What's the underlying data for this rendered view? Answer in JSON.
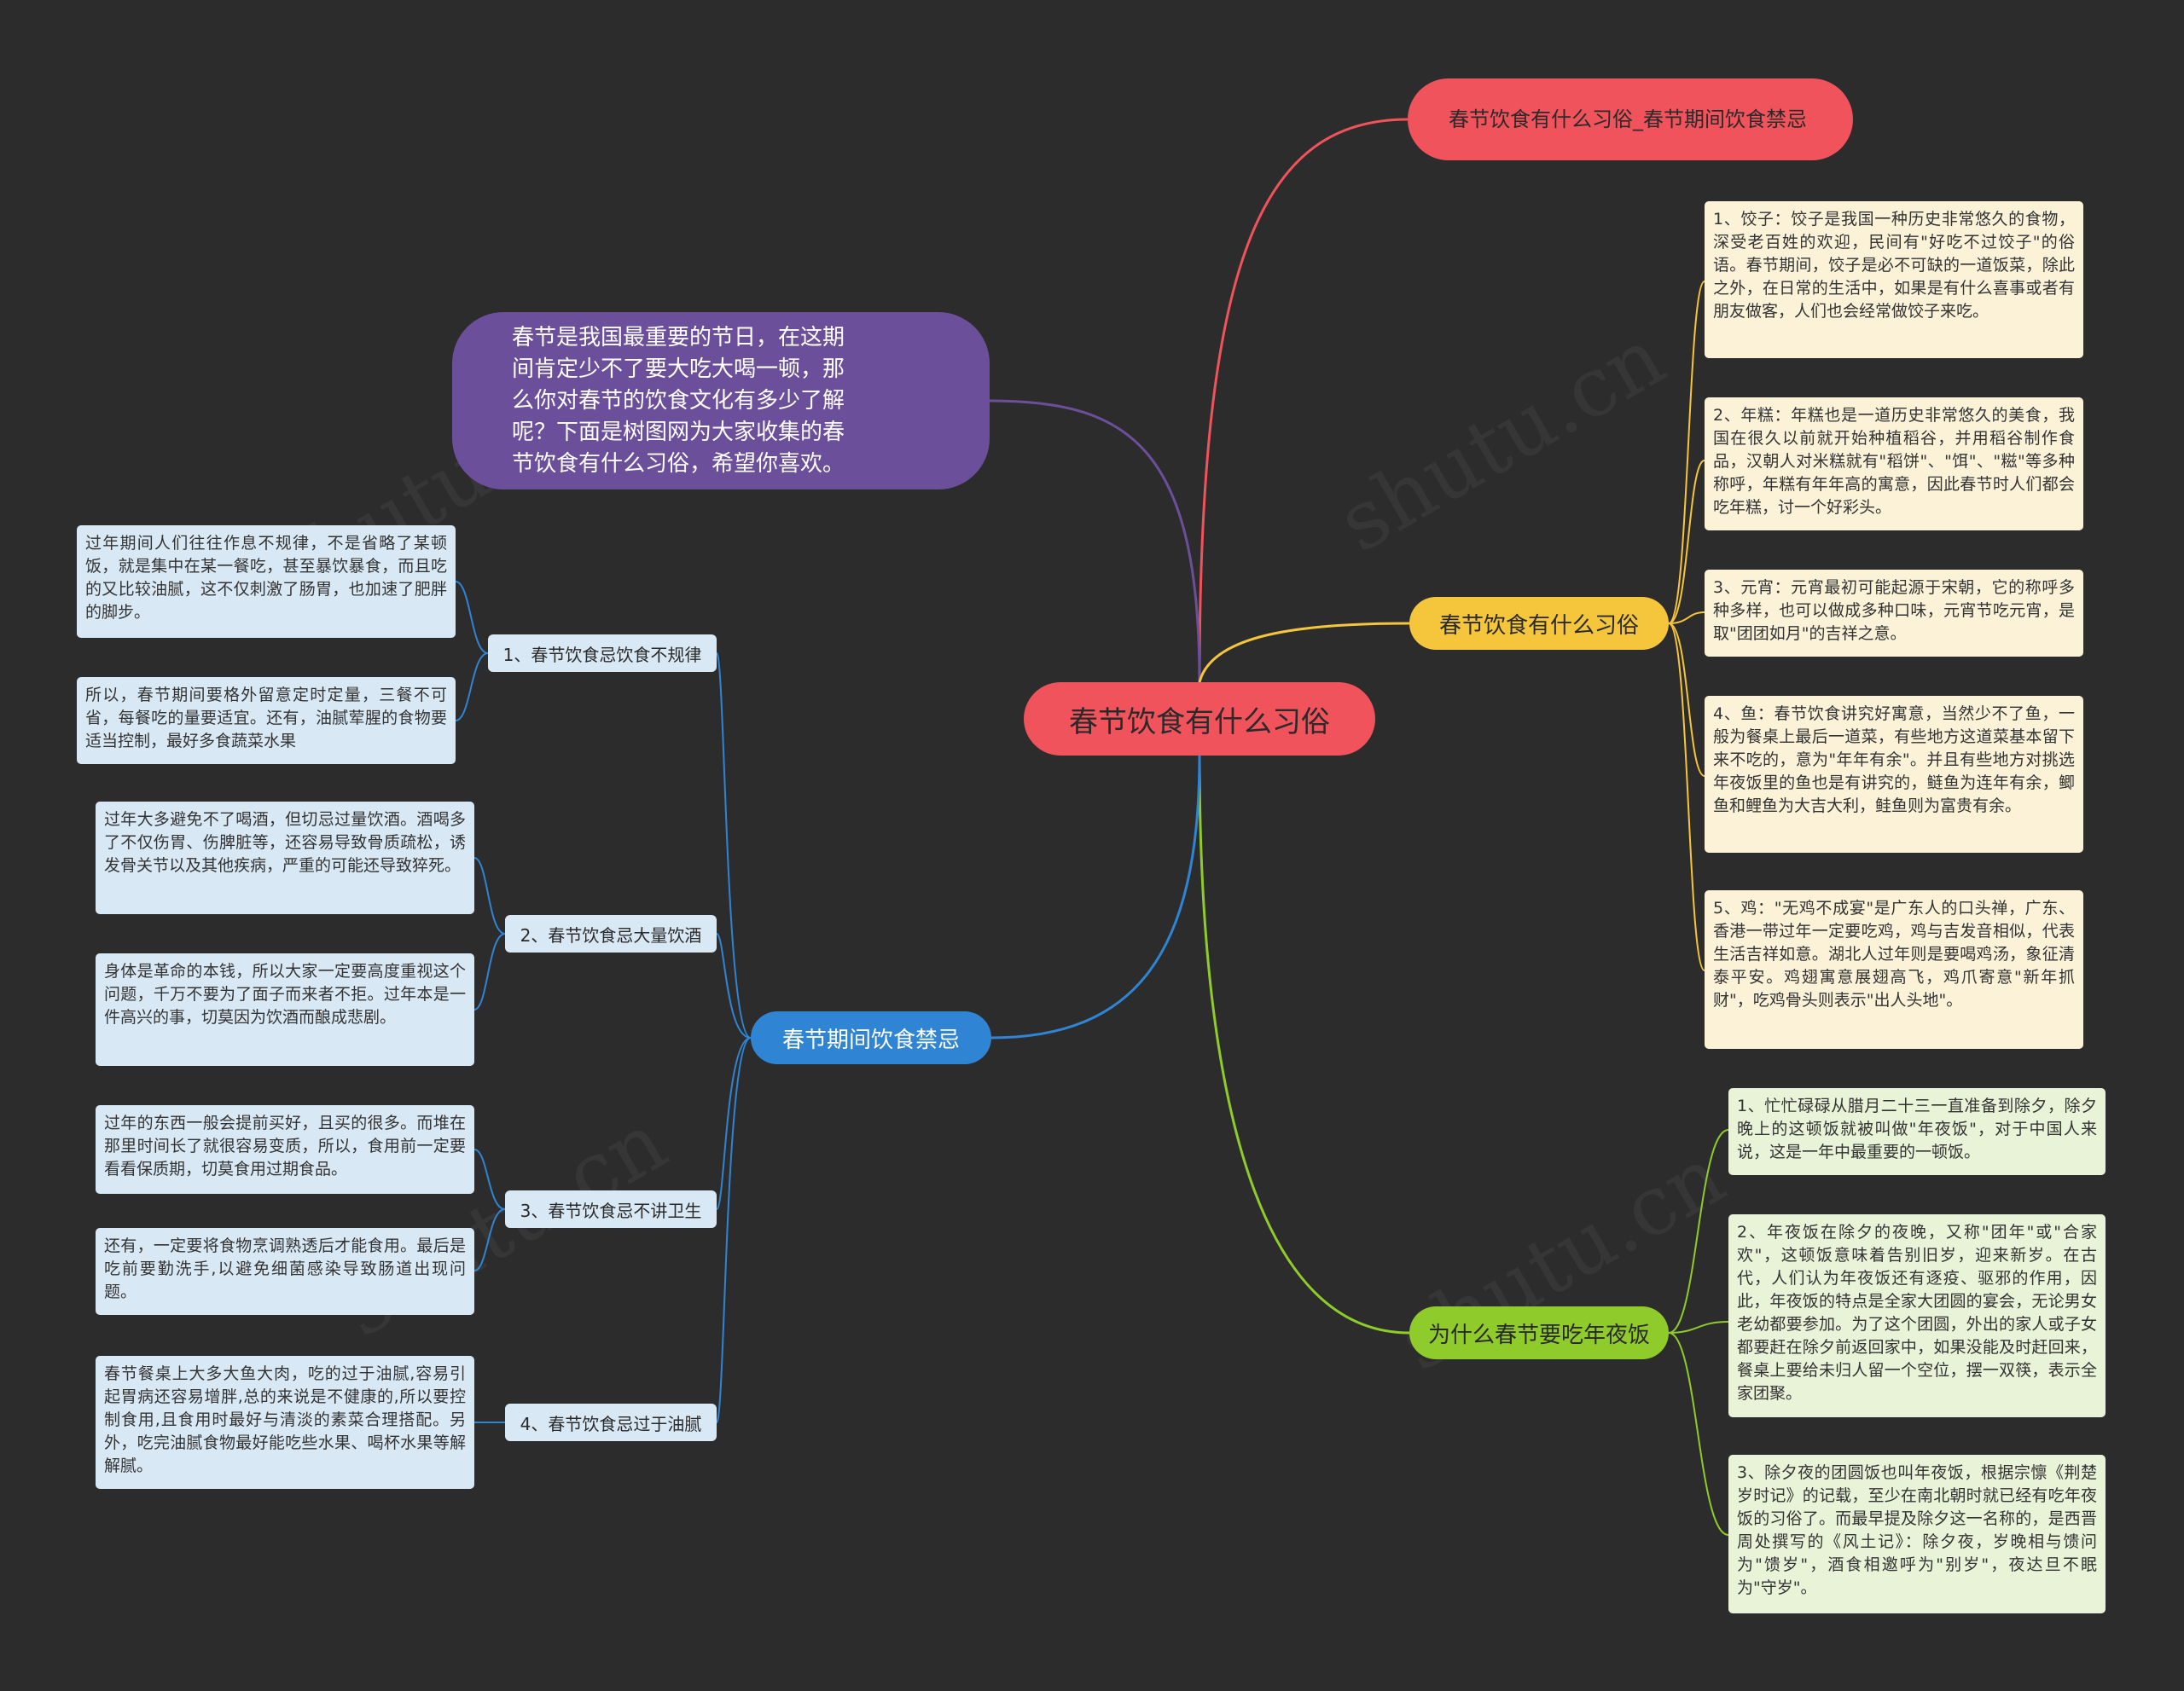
{
  "root": {
    "label": "春节饮食有什么习俗"
  },
  "intro": {
    "lines": [
      "春节是我国最重要的节日，在这期",
      "间肯定少不了要大吃大喝一顿，那",
      "么你对春节的饮食文化有多少了解",
      "呢？下面是树图网为大家收集的春",
      "节饮食有什么习俗，希望你喜欢。"
    ]
  },
  "branch_title": {
    "label": "春节饮食有什么习俗_春节期间饮食禁忌"
  },
  "branch_customs": {
    "label": "春节饮食有什么习俗",
    "items": [
      "1、饺子：饺子是我国一种历史非常悠久的食物，深受老百姓的欢迎，民间有\"好吃不过饺子\"的俗语。春节期间，饺子是必不可缺的一道饭菜，除此之外，在日常的生活中，如果是有什么喜事或者有朋友做客，人们也会经常做饺子来吃。",
      "2、年糕：年糕也是一道历史非常悠久的美食，我国在很久以前就开始种植稻谷，并用稻谷制作食品，汉朝人对米糕就有\"稻饼\"、\"饵\"、\"糍\"等多种称呼，年糕有年年高的寓意，因此春节时人们都会吃年糕，讨一个好彩头。",
      "3、元宵：元宵最初可能起源于宋朝，它的称呼多种多样，也可以做成多种口味，元宵节吃元宵，是取\"团团如月\"的吉祥之意。",
      "4、鱼：春节饮食讲究好寓意，当然少不了鱼，一般为餐桌上最后一道菜，有些地方这道菜基本留下来不吃的，意为\"年年有余\"。并且有些地方对挑选年夜饭里的鱼也是有讲究的，鲢鱼为连年有余，鲫鱼和鲤鱼为大吉大利，鲑鱼则为富贵有余。",
      "5、鸡：\"无鸡不成宴\"是广东人的口头禅，广东、香港一带过年一定要吃鸡，鸡与吉发音相似，代表生活吉祥如意。湖北人过年则是要喝鸡汤，象征清泰平安。鸡翅寓意展翅高飞，鸡爪寄意\"新年抓财\"，吃鸡骨头则表示\"出人头地\"。"
    ]
  },
  "branch_newyear": {
    "label": "为什么春节要吃年夜饭",
    "items": [
      "1、忙忙碌碌从腊月二十三一直准备到除夕，除夕晚上的这顿饭就被叫做\"年夜饭\"，对于中国人来说，这是一年中最重要的一顿饭。",
      "2、年夜饭在除夕的夜晚，又称\"团年\"或\"合家欢\"，这顿饭意味着告别旧岁，迎来新岁。在古代，人们认为年夜饭还有逐疫、驱邪的作用，因此，年夜饭的特点是全家大团圆的宴会，无论男女老幼都要参加。为了这个团圆，外出的家人或子女都要赶在除夕前返回家中，如果没能及时赶回来，餐桌上要给未归人留一个空位，摆一双筷，表示全家团聚。",
      "3、除夕夜的团圆饭也叫年夜饭，根据宗懔《荆楚岁时记》的记载，至少在南北朝时就已经有吃年夜饭的习俗了。而最早提及除夕这一名称的，是西晋周处撰写的《风土记》：除夕夜，岁晚相与馈问为\"馈岁\"，酒食相邀呼为\"别岁\"，夜达旦不眠为\"守岁\"。"
    ]
  },
  "branch_taboo": {
    "label": "春节期间饮食禁忌",
    "subs": [
      {
        "label": "1、春节饮食忌饮食不规律",
        "items": [
          "过年期间人们往往作息不规律，不是省略了某顿饭，就是集中在某一餐吃，甚至暴饮暴食，而且吃的又比较油腻，这不仅刺激了肠胃，也加速了肥胖的脚步。",
          "所以，春节期间要格外留意定时定量，三餐不可省，每餐吃的量要适宜。还有，油腻荤腥的食物要适当控制，最好多食蔬菜水果"
        ]
      },
      {
        "label": "2、春节饮食忌大量饮酒",
        "items": [
          "过年大多避免不了喝酒，但切忌过量饮酒。酒喝多了不仅伤胃、伤脾脏等，还容易导致骨质疏松，诱发骨关节以及其他疾病，严重的可能还导致猝死。",
          "身体是革命的本钱，所以大家一定要高度重视这个问题，千万不要为了面子而来者不拒。过年本是一件高兴的事，切莫因为饮酒而酿成悲剧。"
        ]
      },
      {
        "label": "3、春节饮食忌不讲卫生",
        "items": [
          "过年的东西一般会提前买好，且买的很多。而堆在那里时间长了就很容易变质，所以，食用前一定要看看保质期，切莫食用过期食品。",
          "还有，一定要将食物烹调熟透后才能食用。最后是吃前要勤洗手,以避免细菌感染导致肠道出现问题。"
        ]
      },
      {
        "label": "4、春节饮食忌过于油腻",
        "items": [
          "春节餐桌上大多大鱼大肉，吃的过于油腻,容易引起胃病还容易增胖,总的来说是不健康的,所以要控制食用,且食用时最好与清淡的素菜合理搭配。另外，吃完油腻食物最好能吃些水果、喝杯水果等解解腻。"
        ]
      }
    ]
  },
  "colors": {
    "background": "#2c2c2c",
    "red": "#f0535b",
    "purple": "#6c4f9a",
    "yellow": "#f5c53b",
    "green": "#8fcc2b",
    "blue": "#2f85d4",
    "card_yellow": "#fbf2d8",
    "card_green": "#e8f3d8",
    "card_blue": "#d9e8f5"
  }
}
